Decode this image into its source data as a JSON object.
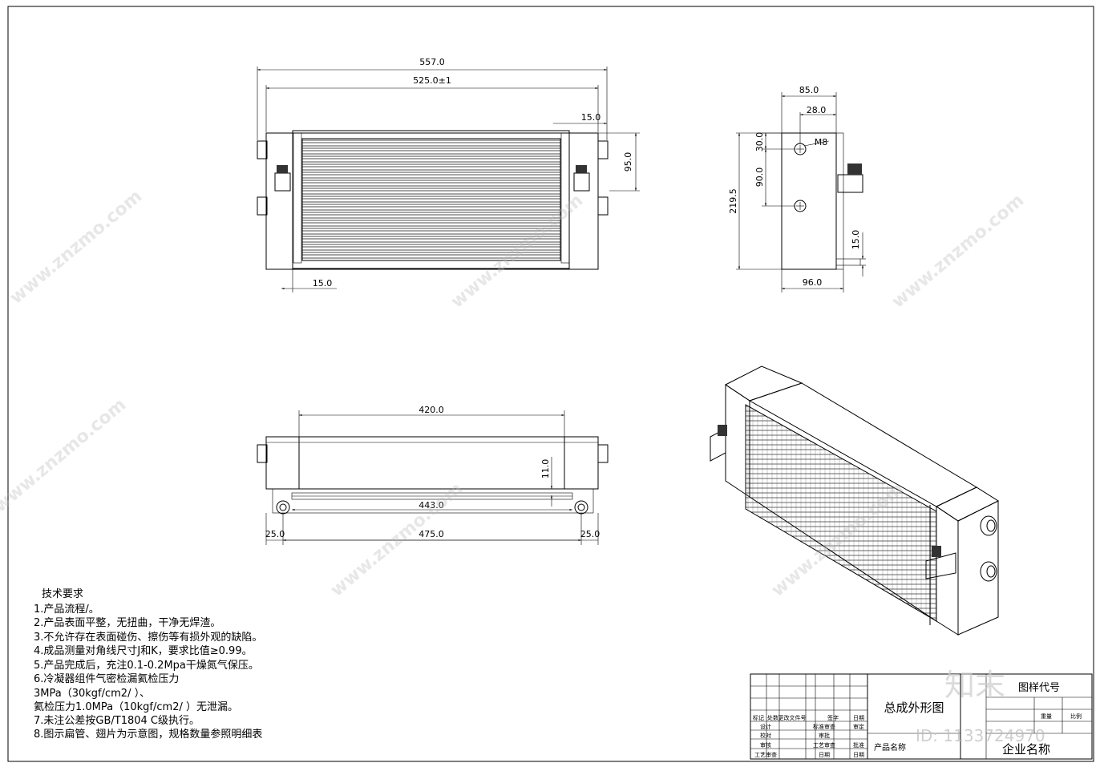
{
  "dims": {
    "front": {
      "overall": "557.0",
      "core": "525.0±1",
      "side": "15.0",
      "height": "95.0",
      "bottom": "15.0"
    },
    "side": {
      "width": "85.0",
      "offset": "28.0",
      "hole": "M8",
      "top": "30.0",
      "pitch": "90.0",
      "height": "219.5",
      "bottom": "15.0",
      "base": "96.0"
    },
    "top": {
      "core": "420.0",
      "gap": "11.0",
      "inner": "443.0",
      "left": "25.0",
      "center": "475.0",
      "right": "25.0"
    }
  },
  "notes": {
    "title": "技术要求",
    "lines": [
      "1.产品流程/。",
      "2.产品表面平整，无扭曲，干净无焊渣。",
      "3.不允许存在表面碰伤、擦伤等有损外观的缺陷。",
      "4.成品测量对角线尺寸J和K，要求比值≥0.99。",
      "5.产品完成后，充注0.1-0.2Mpa干燥氮气保压。",
      "6.冷凝器组件气密检漏氦检压力",
      "3MPa（30kgf/cm2/  ）、",
      "氦检压力1.0MPa（10kgf/cm2/  ）无泄漏。",
      "7.未注公差按GB/T1804  C级执行。",
      "8.图示扁管、翅片为示意图，规格数量参照明细表"
    ]
  },
  "titleblock": {
    "drawing_title": "总成外形图",
    "product_label": "产品名称",
    "code_label": "图样代号",
    "company": "企业名称",
    "weight": "重量",
    "scale": "比例",
    "cells": [
      "标记",
      "处数",
      "更改文件号",
      "签字",
      "日期",
      "设计",
      "标准审查",
      "审定",
      "校对",
      "审批",
      "审核",
      "工艺审查",
      "批准",
      "日期",
      "工艺审查",
      "日期"
    ]
  },
  "watermark": {
    "text": "www.znzmo.com",
    "brand": "知末",
    "id": "ID: 1133724970"
  }
}
